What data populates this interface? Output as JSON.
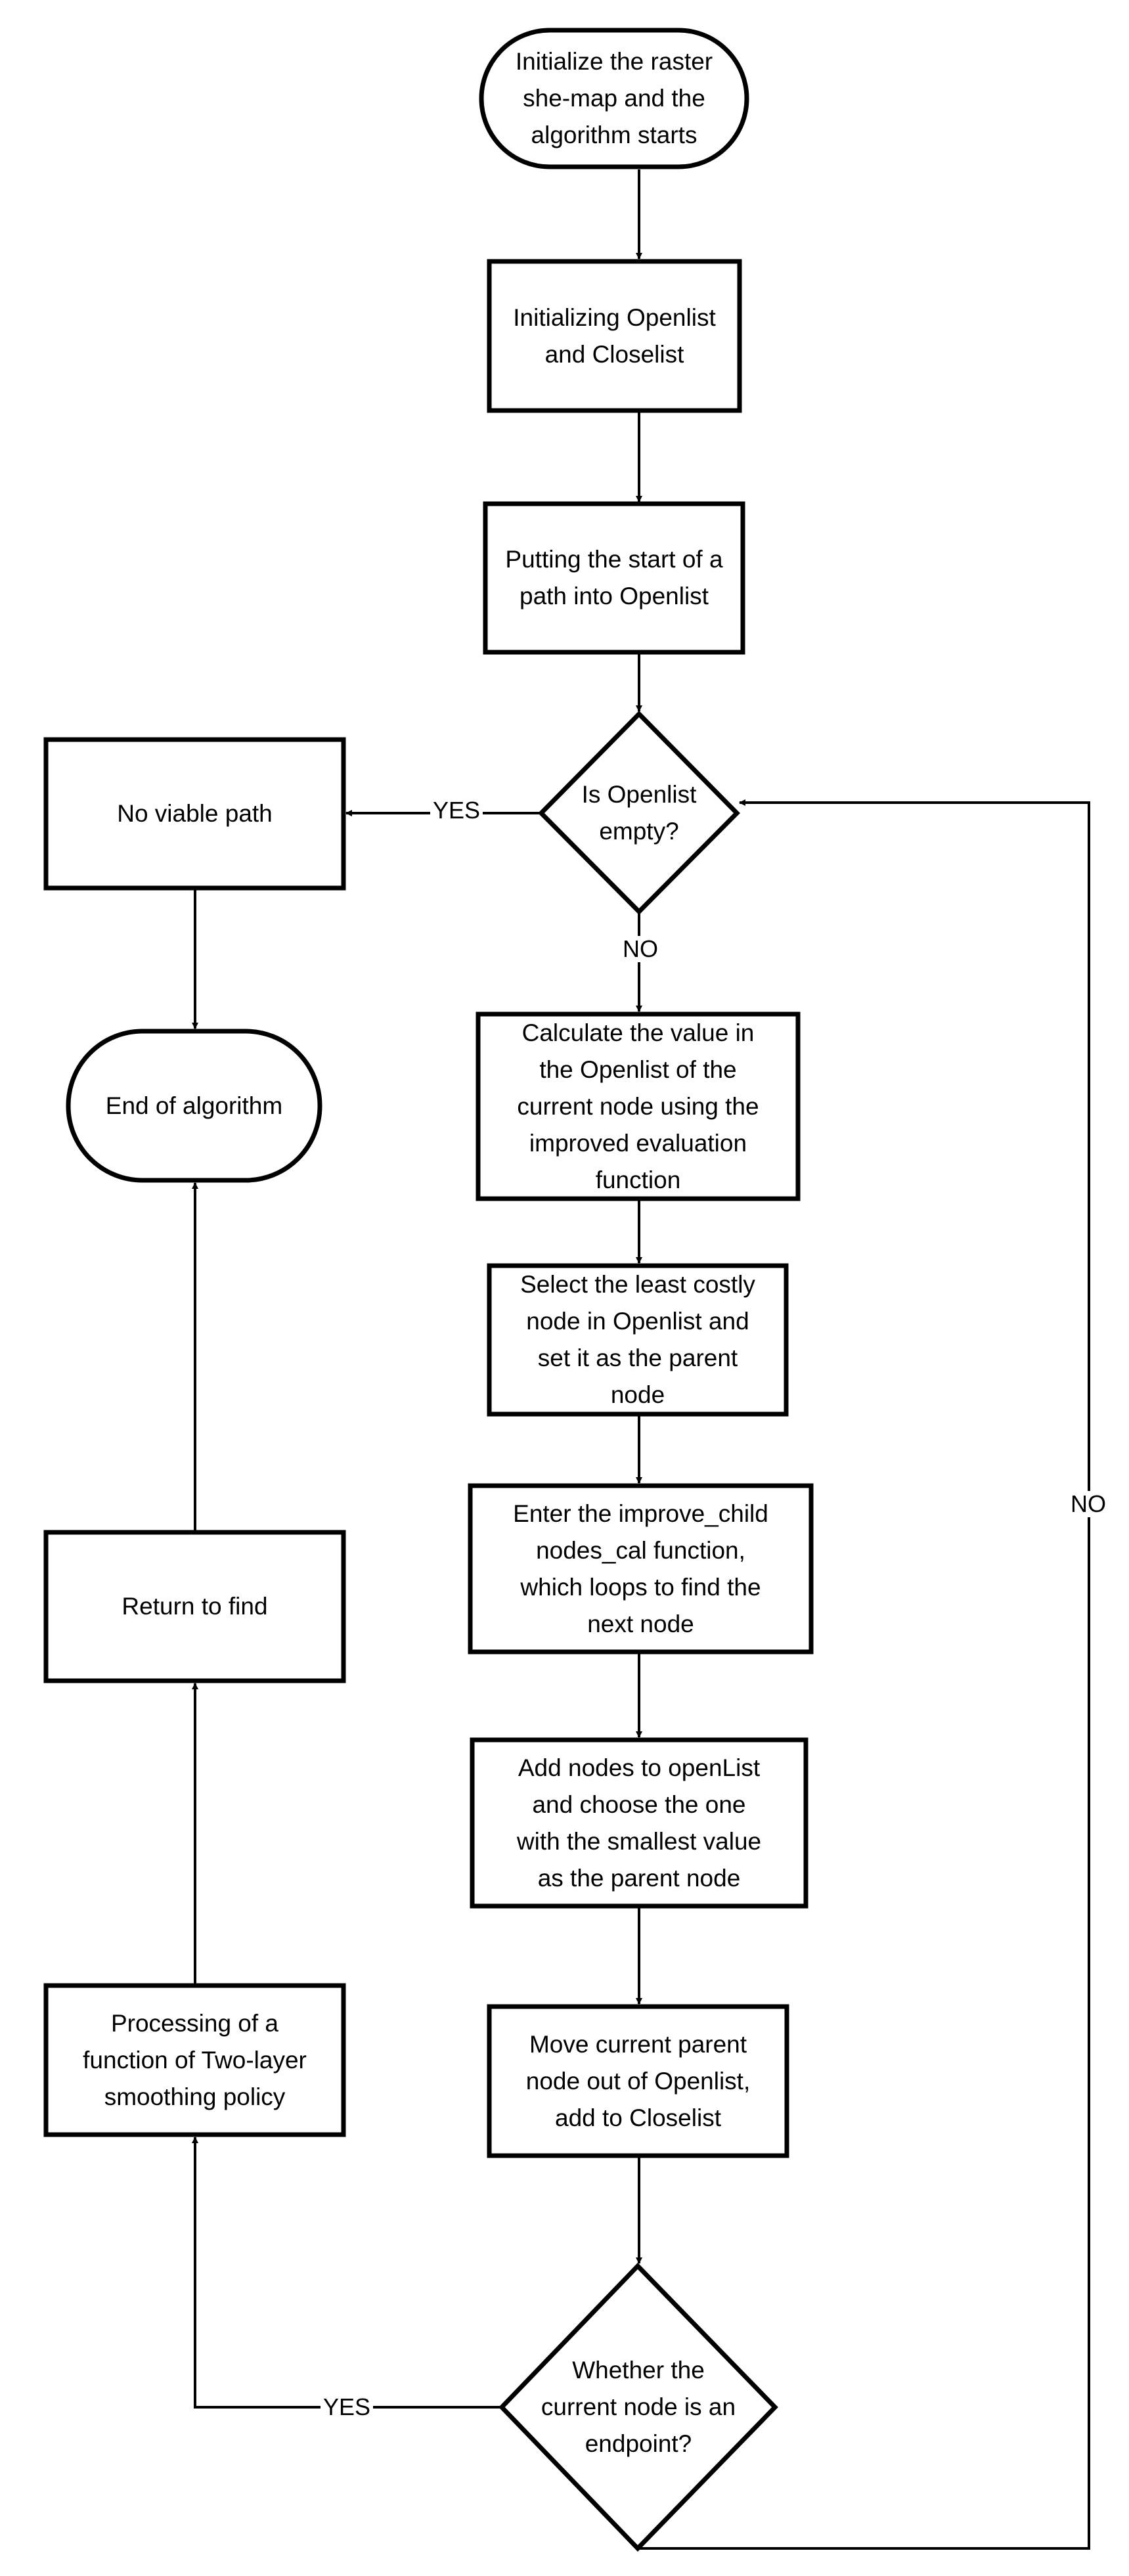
{
  "nodes": {
    "start": "Initialize the raster\nshe-map and the\nalgorithm starts",
    "init_lists": "Initializing Openlist\nand Closelist",
    "put_start": "Putting the start of a\npath into Openlist",
    "openlist_empty": "Is Openlist\nempty?",
    "no_viable_path": "No viable path",
    "end": "End of algorithm",
    "calculate_value": "Calculate the value in\nthe Openlist of the\ncurrent node using the\nimproved evaluation\nfunction",
    "select_least": "Select the least costly\nnode in Openlist and\nset it as the parent\nnode",
    "enter_function": "Enter the improve_child\nnodes_cal function,\nwhich loops to find the\nnext node",
    "add_nodes": "Add nodes to openList\nand choose the one\nwith the smallest value\nas the parent node",
    "move_parent": "Move current parent\nnode out of Openlist,\nadd to Closelist",
    "is_endpoint": "Whether the\ncurrent node is an\nendpoint?",
    "smoothing": "Processing of a\nfunction of Two-layer\nsmoothing policy",
    "return_find": "Return to find"
  },
  "edge_labels": {
    "empty_yes": "YES",
    "empty_no": "NO",
    "endpoint_yes": "YES",
    "endpoint_no": "NO"
  }
}
